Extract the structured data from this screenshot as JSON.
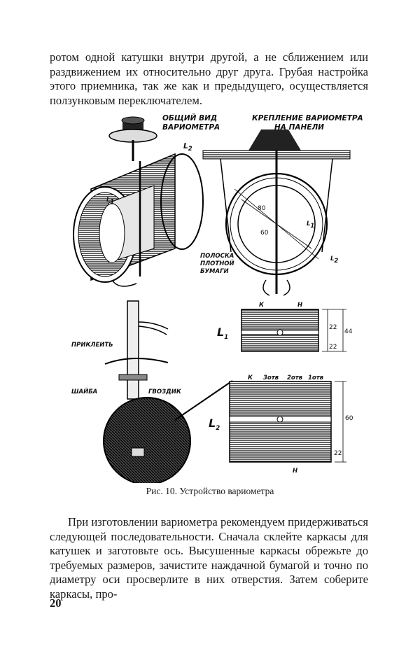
{
  "text_top": "ротом одной катушки внутри другой, а не сближением или раздвижением их относительно друг друга. Грубая настройка этого приемника, так же как и предыдущего, осуществляется ползунковым переключателем.",
  "figure": {
    "label_general_line1": "ОБЩИЙ ВИД",
    "label_general_line2": "ВАРИОМЕТРА",
    "label_mount_line1": "КРЕПЛЕНИЕ ВАРИОМЕТРА",
    "label_mount_line2": "НА ПАНЕЛИ",
    "label_l2": "L",
    "sub_2": "2",
    "label_l1": "L",
    "sub_1": "1",
    "label_strip_line1": "ПОЛОСКА",
    "label_strip_line2": "ПЛОТНОЙ",
    "label_strip_line3": "БУМАГИ",
    "label_glue": "ПРИКЛЕИТЬ",
    "label_washer": "ШАЙБА",
    "label_nail": "ГВОЗДИК",
    "label_k": "К",
    "label_h": "Н",
    "label_3otv": "3отв",
    "label_2otv": "2отв",
    "label_1otv": "1отв",
    "dim_80": "80",
    "dim_60": "60",
    "dim_22": "22",
    "dim_44": "44",
    "dim_60b": "60"
  },
  "caption": "Рис. 10. Устройство вариометра",
  "text_bottom": "При изготовлении вариометра рекомендуем придерживаться следующей последовательности. Сначала склейте каркасы для катушек и заготовьте ось. Высушенные каркасы обрежьте до требуемых размеров, зачистите наждачной бумагой и точно по диаметру оси просверлите в них отверстия. Затем соберите каркасы, про-",
  "page_number": "20"
}
